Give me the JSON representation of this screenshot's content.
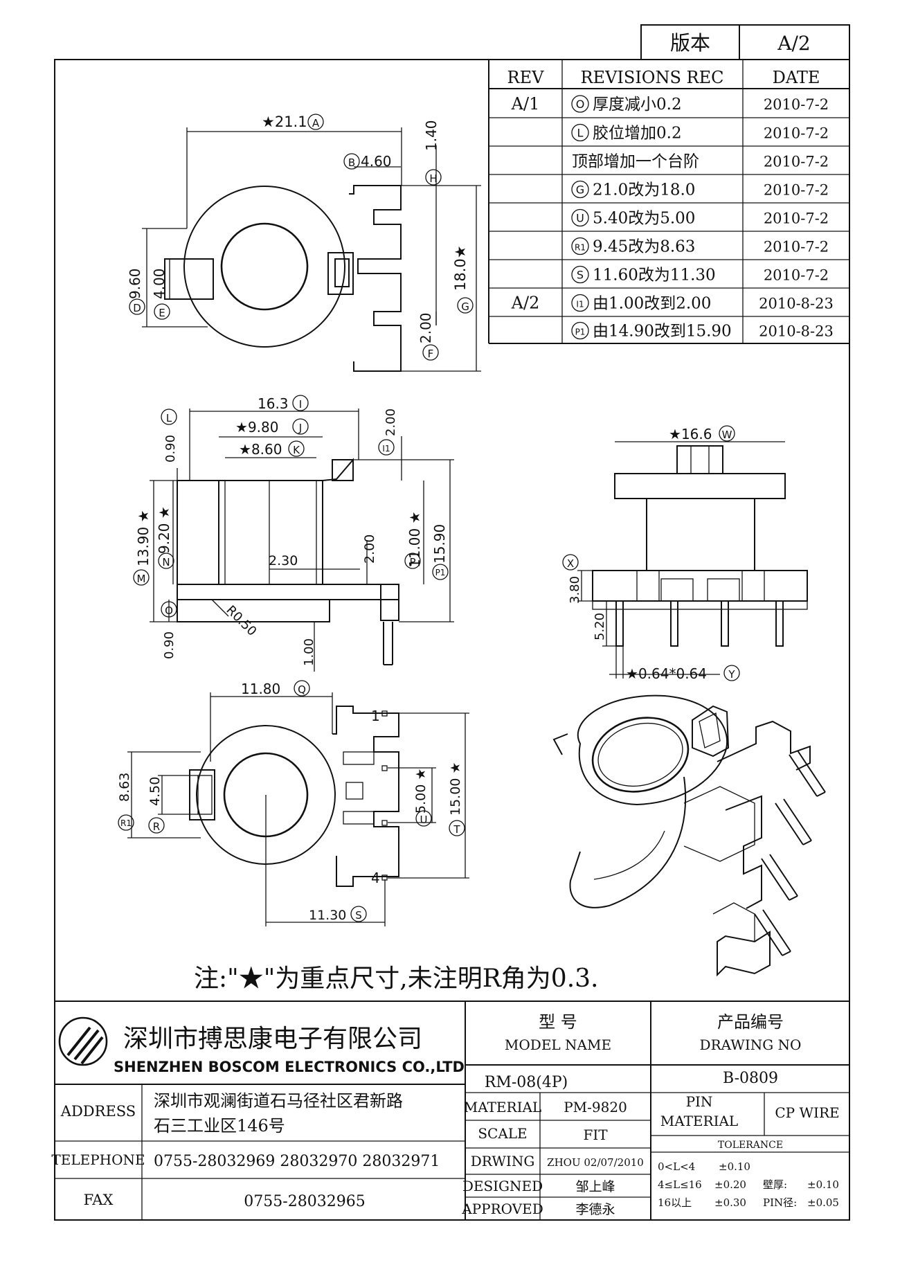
{
  "version_box": {
    "label": "版本",
    "value": "A/2"
  },
  "revisions": {
    "headers": [
      "REV",
      "REVISIONS REC",
      "DATE"
    ],
    "rows": [
      {
        "rev": "A/1",
        "mark": "O",
        "text": "厚度减小0.2",
        "date": "2010-7-2"
      },
      {
        "rev": "",
        "mark": "L",
        "text": "胶位增加0.2",
        "date": "2010-7-2"
      },
      {
        "rev": "",
        "mark": "",
        "text": "顶部增加一个台阶",
        "date": "2010-7-2"
      },
      {
        "rev": "",
        "mark": "G",
        "text": "21.0改为18.0",
        "date": "2010-7-2"
      },
      {
        "rev": "",
        "mark": "U",
        "text": "5.40改为5.00",
        "date": "2010-7-2"
      },
      {
        "rev": "",
        "mark": "R1",
        "text": "9.45改为8.63",
        "date": "2010-7-2"
      },
      {
        "rev": "",
        "mark": "S",
        "text": "11.60改为11.30",
        "date": "2010-7-2"
      },
      {
        "rev": "A/2",
        "mark": "I1",
        "text": "由1.00改到2.00",
        "date": "2010-8-23"
      },
      {
        "rev": "",
        "mark": "P1",
        "text": "由14.90改到15.90",
        "date": "2010-8-23"
      }
    ]
  },
  "dims": {
    "top": {
      "a": "21.1",
      "a_mark": "A",
      "b": "4.60",
      "b_mark": "B",
      "h": "1.40",
      "h_mark": "H",
      "g": "18.0",
      "g_mark": "G",
      "d": "9.60",
      "d_mark": "D",
      "e": "4.00",
      "e_mark": "E",
      "f": "2.00",
      "f_mark": "F"
    },
    "front": {
      "i": "16.3",
      "i_mark": "I",
      "j": "9.80",
      "j_mark": "J",
      "k": "8.60",
      "k_mark": "K",
      "l": "0.90",
      "l_mark": "L",
      "i1": "2.00",
      "i1_mark": "I1",
      "m": "13.90",
      "m_mark": "M",
      "n": "9.20",
      "n_mark": "N",
      "o": "0.90",
      "o_mark": "O",
      "p": "11.00",
      "p_mark": "P",
      "p1": "15.90",
      "p1_mark": "P1",
      "inner1": "2.30",
      "inner2": "2.00",
      "radius": "R0.50",
      "pin_len": "1.00"
    },
    "side": {
      "w": "16.6",
      "w_mark": "W",
      "x": "3.80",
      "x_mark": "X",
      "pin": "5.20",
      "y": "0.64*0.64",
      "y_mark": "Y"
    },
    "bottom": {
      "q": "11.80",
      "q_mark": "Q",
      "r1": "8.63",
      "r1_mark": "R1",
      "r": "4.50",
      "r_mark": "R",
      "s": "11.30",
      "s_mark": "S",
      "u": "5.00",
      "u_mark": "U",
      "t": "15.00",
      "t_mark": "T",
      "pin_first": "1",
      "pin_last": "4"
    }
  },
  "note": "注:\"★\"为重点尺寸,未注明R角为0.3.",
  "company": {
    "name_cn": "深圳市搏思康电子有限公司",
    "name_en": "SHENZHEN BOSCOM ELECTRONICS CO.,LTD"
  },
  "info": {
    "address_label": "ADDRESS",
    "address_line1": "深圳市观澜街道石马径社区君新路",
    "address_line2": "石三工业区146号",
    "telephone_label": "TELEPHONE",
    "telephone": "0755-28032969 28032970 28032971",
    "fax_label": "FAX",
    "fax": "0755-28032965"
  },
  "model": {
    "label_cn": "型 号",
    "label_en": "MODEL NAME",
    "value": "RM-08(4P)"
  },
  "drawing": {
    "label_cn": "产品编号",
    "label_en": "DRAWING NO",
    "value": "B-0809"
  },
  "material": {
    "label": "MATERIAL",
    "value": "PM-9820"
  },
  "scale": {
    "label": "SCALE",
    "value": "FIT"
  },
  "drwing": {
    "label": "DRWING",
    "value": "ZHOU 02/07/2010"
  },
  "designed": {
    "label": "DESIGNED",
    "value": "邹上峰"
  },
  "approved": {
    "label": "APPROVED",
    "value": "李德永"
  },
  "pin_material": {
    "label1": "PIN",
    "label2": "MATERIAL",
    "value": "CP WIRE"
  },
  "tolerance": {
    "title": "TOLERANCE",
    "r1_range": "0<L<4",
    "r1_val": "±0.10",
    "r2_range": "4≤L≤16",
    "r2_val": "±0.20",
    "r3_range": "16以上",
    "r3_val": "±0.30",
    "wall_label": "壁厚:",
    "wall_val": "±0.10",
    "pin_label": "PIN径:",
    "pin_val": "±0.05"
  }
}
